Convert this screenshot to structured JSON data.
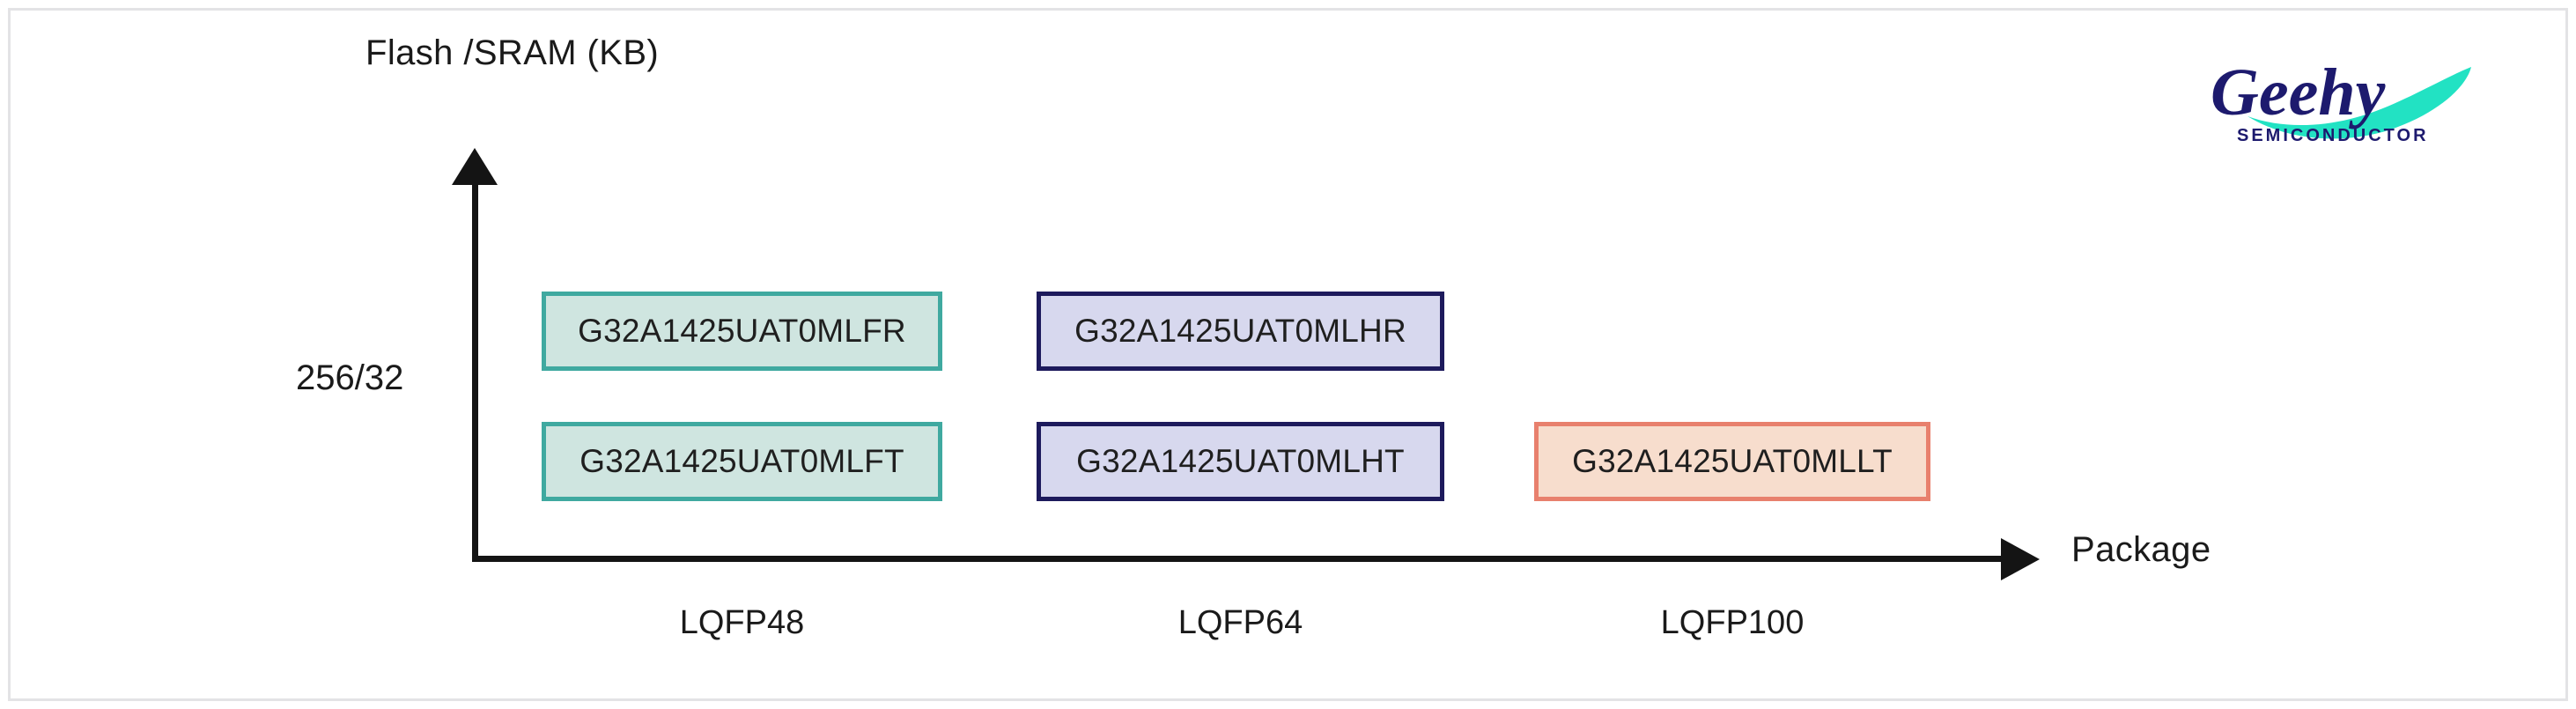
{
  "chart_data": {
    "type": "table",
    "title": "",
    "xlabel": "Package",
    "ylabel": "Flash /SRAM (KB)",
    "grid": false,
    "legend": "none",
    "categories": [
      "LQFP48",
      "LQFP64",
      "LQFP100"
    ],
    "y_ticks": [
      "256/32"
    ],
    "rows": [
      {
        "y_value": "256/32",
        "cells": [
          {
            "category": "LQFP48",
            "label": "G32A1425UAT0MLFR",
            "palette": "green"
          },
          {
            "category": "LQFP64",
            "label": "G32A1425UAT0MLHR",
            "palette": "purple"
          },
          {
            "category": "LQFP100",
            "label": "",
            "palette": "none"
          }
        ]
      },
      {
        "y_value": "256/32",
        "cells": [
          {
            "category": "LQFP48",
            "label": "G32A1425UAT0MLFT",
            "palette": "green"
          },
          {
            "category": "LQFP64",
            "label": "G32A1425UAT0MLHT",
            "palette": "purple"
          },
          {
            "category": "LQFP100",
            "label": "G32A1425UAT0MLLT",
            "palette": "salmon"
          }
        ]
      }
    ],
    "colors": {
      "green_border": "#3fa9a0",
      "green_fill": "#cfe5e0",
      "purple_border": "#1d1a5c",
      "purple_fill": "#d7d8ee",
      "salmon_border": "#e8806d",
      "salmon_fill": "#f7ddcd",
      "axis": "#141414",
      "text": "#1a1a1a"
    }
  },
  "axes": {
    "y_title": "Flash /SRAM (KB)",
    "x_title": "Package",
    "y_tick_labels": [
      "256/32"
    ],
    "x_tick_labels": [
      "LQFP48",
      "LQFP64",
      "LQFP100"
    ]
  },
  "parts": {
    "lqfp48_top": "G32A1425UAT0MLFR",
    "lqfp48_bottom": "G32A1425UAT0MLFT",
    "lqfp64_top": "G32A1425UAT0MLHR",
    "lqfp64_bottom": "G32A1425UAT0MLHT",
    "lqfp100_bottom": "G32A1425UAT0MLLT"
  },
  "logo": {
    "wordmark": "Geehy",
    "tagline": "SEMICONDUCTOR",
    "navy": "#1d1a6e",
    "teal": "#16e0c0"
  }
}
